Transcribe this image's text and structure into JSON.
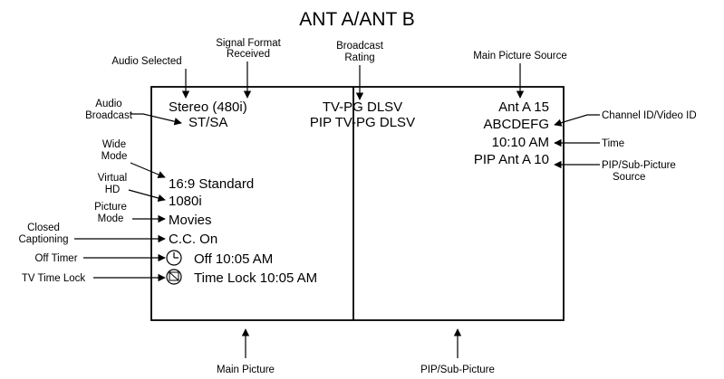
{
  "title": "ANT A/ANT B",
  "screen": {
    "main": {
      "audio_selected": "Stereo (480i)",
      "audio_broadcast": "ST/SA",
      "rating_main": "TV-PG DLSV",
      "rating_pip": "PIP TV-PG DLSV",
      "source": "Ant A 15",
      "channel_id": "ABCDEFG",
      "time": "10:10 AM",
      "pip_source": "PIP Ant A 10",
      "wide_mode": "16:9 Standard",
      "virtual_hd": "1080i",
      "picture_mode": "Movies",
      "closed_captioning": "C.C. On",
      "off_timer": "Off 10:05 AM",
      "time_lock": "Time Lock 10:05 AM"
    }
  },
  "callouts": {
    "audio_selected": "Audio Selected",
    "signal_format_1": "Signal Format",
    "signal_format_2": "Received",
    "broadcast_rating_1": "Broadcast",
    "broadcast_rating_2": "Rating",
    "main_picture_source": "Main Picture Source",
    "audio_broadcast_1": "Audio",
    "audio_broadcast_2": "Broadcast",
    "channel_id": "Channel ID/Video ID",
    "time": "Time",
    "pip_source_1": "PIP/Sub-Picture",
    "pip_source_2": "Source",
    "wide_mode_1": "Wide",
    "wide_mode_2": "Mode",
    "virtual_hd_1": "Virtual",
    "virtual_hd_2": "HD",
    "picture_mode_1": "Picture",
    "picture_mode_2": "Mode",
    "closed_captioning_1": "Closed",
    "closed_captioning_2": "Captioning",
    "off_timer": "Off Timer",
    "tv_time_lock": "TV Time Lock",
    "main_picture": "Main Picture",
    "pip_picture": "PIP/Sub-Picture"
  },
  "icons": {
    "off_timer": "clock-icon",
    "time_lock": "lock-screen-icon"
  }
}
